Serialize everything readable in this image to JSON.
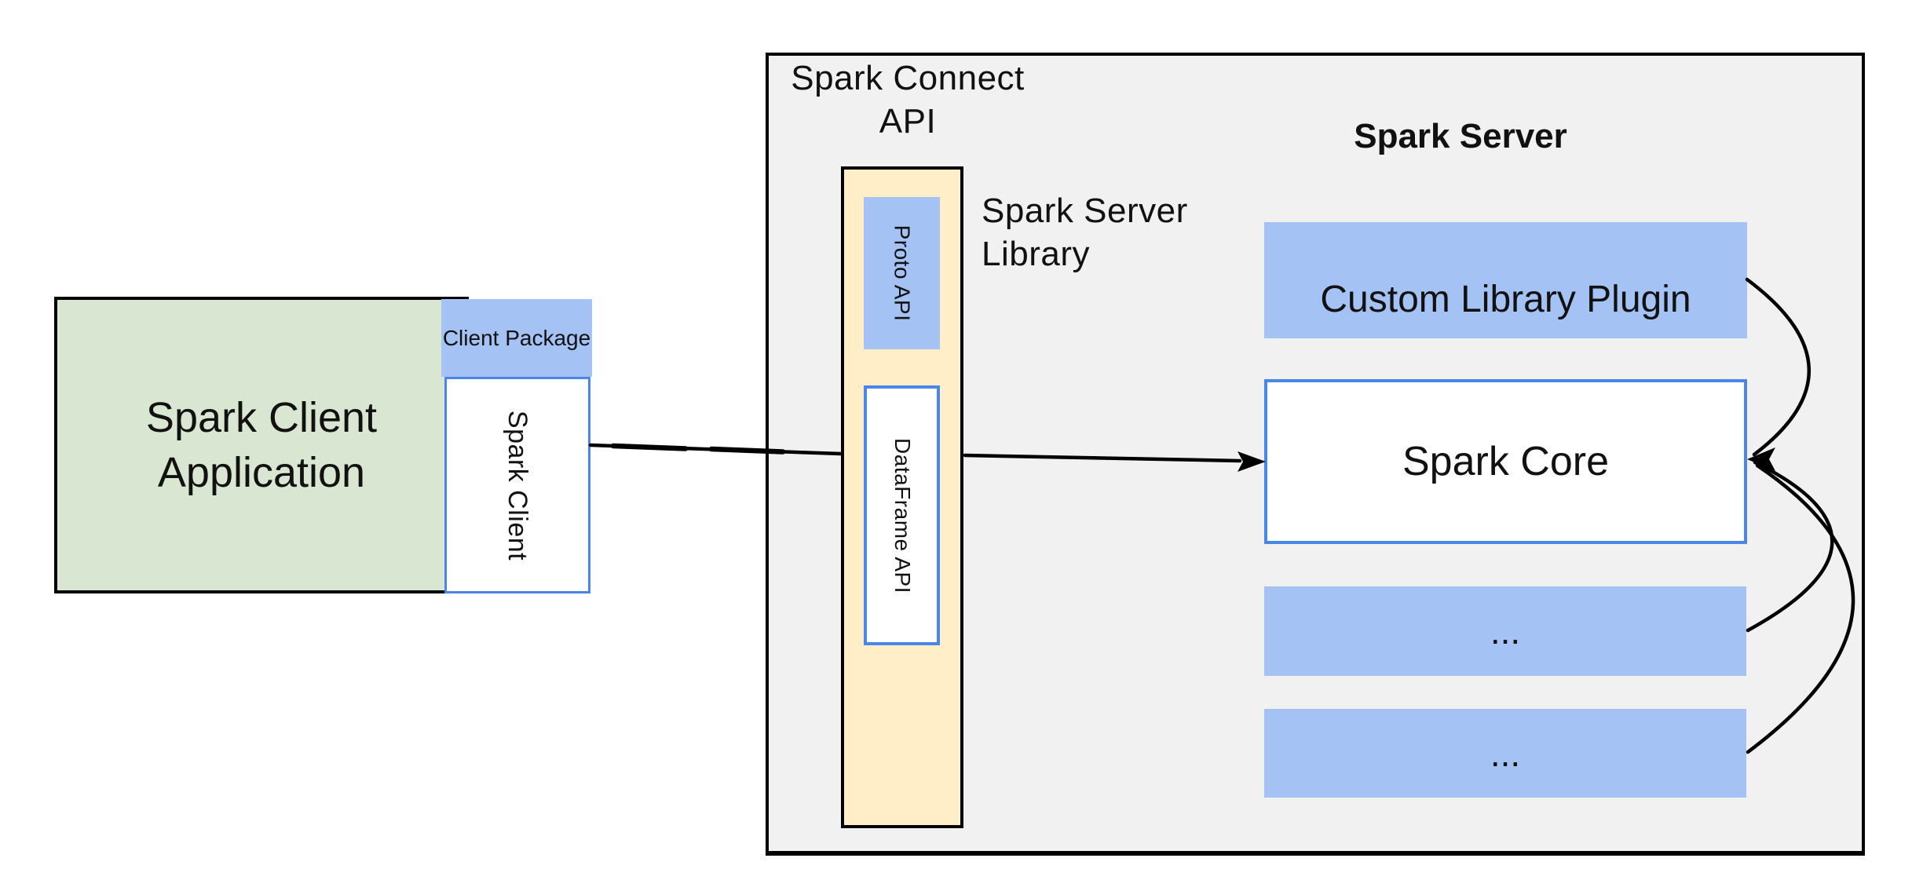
{
  "colors": {
    "canvas-bg": "#ffffff",
    "container-fill": "#f1f1f1",
    "container-border": "#000000",
    "green-fill": "#d9e7d2",
    "blue-fill": "#a4c2f4",
    "blue-border": "#4a86e8",
    "yellow-fill": "#ffeec8",
    "text": "#111111",
    "line": "#000000"
  },
  "client": {
    "application_label": "Spark Client Application",
    "package_label": "Client Package",
    "spark_client_label": "Spark Client"
  },
  "connect_api": {
    "title": "Spark Connect API",
    "proto_api_label": "Proto API",
    "dataframe_api_label": "DataFrame API",
    "server_library_label": "Spark Server Library"
  },
  "server": {
    "title": "Spark Server",
    "custom_plugin_label": "Custom Library Plugin",
    "core_label": "Spark Core",
    "module_placeholder_1": "...",
    "module_placeholder_2": "..."
  }
}
